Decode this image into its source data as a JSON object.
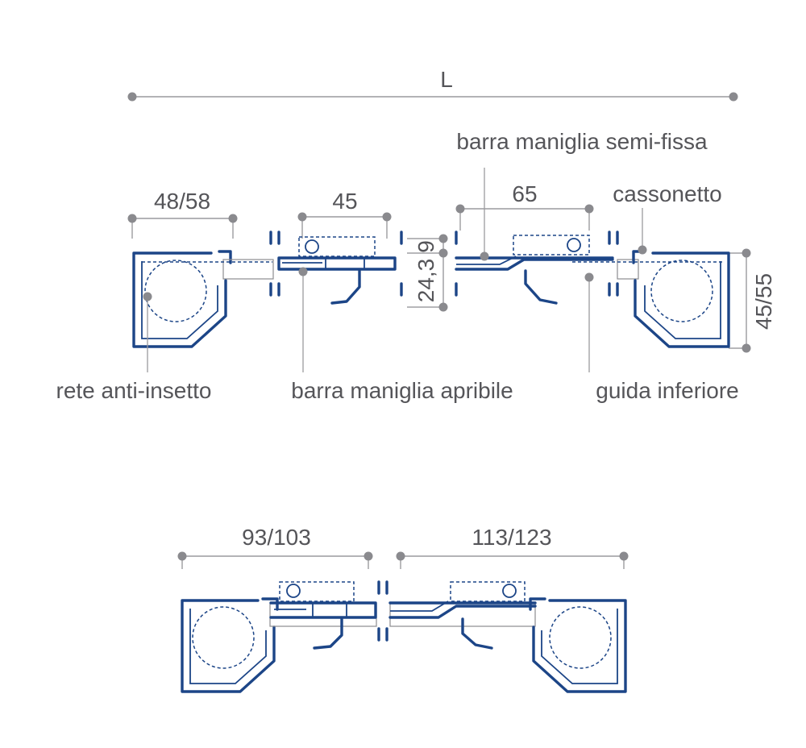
{
  "dimensions": {
    "overall_width": "L",
    "left_box": "48/58",
    "handle_bar_opening": "45",
    "handle_bar_semi_fixed": "65",
    "height_small": "9",
    "height_bar": "24,3",
    "box_height": "45/55",
    "bottom_left": "93/103",
    "bottom_right": "113/123"
  },
  "labels": {
    "semi_fixed_bar": "barra maniglia semi-fissa",
    "box": "cassonetto",
    "insect_net": "rete anti-insetto",
    "opening_bar": "barra maniglia apribile",
    "bottom_guide": "guida inferiore"
  },
  "colors": {
    "profile": "#1c4587",
    "dimension": "#9a9a9e",
    "text": "#555559"
  }
}
